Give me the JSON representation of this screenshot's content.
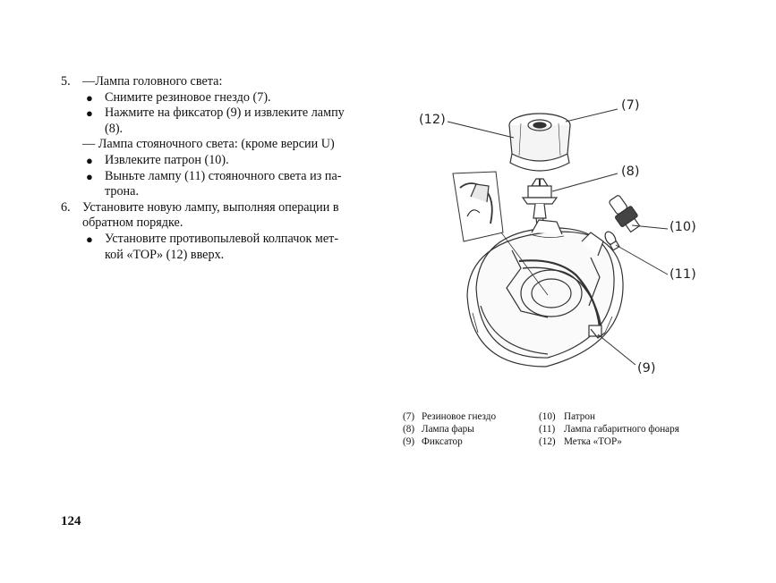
{
  "steps": {
    "s5": {
      "number": "5.",
      "heading": "—Лампа головного света:",
      "bullets": [
        {
          "lines": [
            "Снимите резиновое гнездо (7)."
          ]
        },
        {
          "lines": [
            "Нажмите на фиксатор (9) и извлеките лампу",
            "(8)."
          ]
        }
      ],
      "subheading": "— Лампа стояночного света: (кроме версии U)",
      "bullets2": [
        {
          "lines": [
            "Извлеките патрон (10)."
          ]
        },
        {
          "lines": [
            "Выньте лампу (11) стояночного света из па-",
            "трона."
          ]
        }
      ]
    },
    "s6": {
      "number": "6.",
      "lines": [
        "Установите новую лампу, выполняя операции в",
        "обратном порядке."
      ],
      "bullets": [
        {
          "lines": [
            "Установите противопылевой колпачок мет-",
            "кой «TOP»  (12) вверх."
          ]
        }
      ]
    }
  },
  "figure": {
    "callouts": [
      "(7)",
      "(12)",
      "(8)",
      "(10)",
      "(11)",
      "(9)"
    ]
  },
  "legend": {
    "left": [
      {
        "num": "(7)",
        "text": "Резиновое гнездо"
      },
      {
        "num": "(8)",
        "text": "Лампа фары"
      },
      {
        "num": "(9)",
        "text": "Фиксатор"
      }
    ],
    "right": [
      {
        "num": "(10)",
        "text": "Патрон"
      },
      {
        "num": "(11)",
        "text": "Лампа габаритного фонаря"
      },
      {
        "num": "(12)",
        "text": "Метка «TOP»"
      }
    ]
  },
  "page_number": "124"
}
